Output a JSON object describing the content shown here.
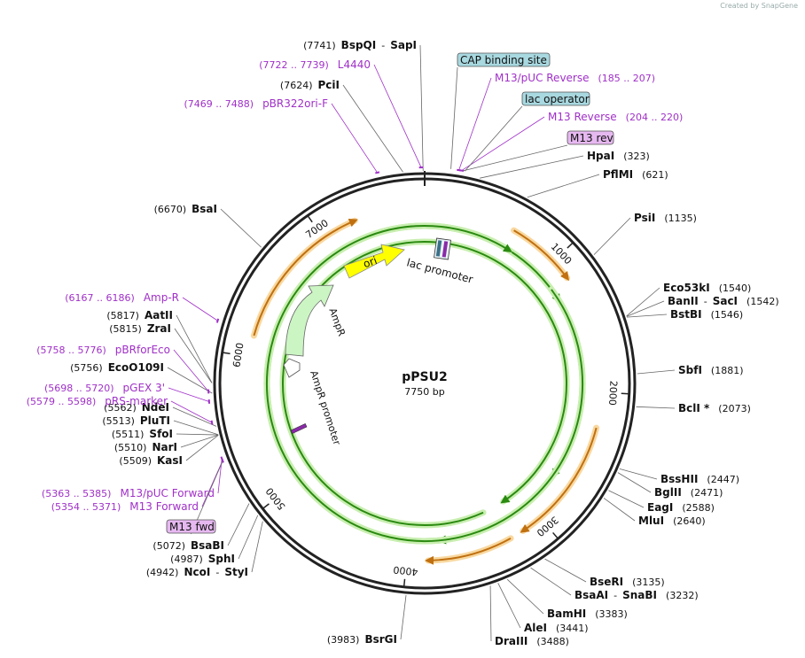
{
  "credit": "Created by SnapGene",
  "plasmid": {
    "name": "pPSU2",
    "size_label": "7750 bp",
    "length": 7750
  },
  "ticks": [
    {
      "pos": 1000,
      "label": "1000"
    },
    {
      "pos": 2000,
      "label": "2000"
    },
    {
      "pos": 3000,
      "label": "3000"
    },
    {
      "pos": 4000,
      "label": "4000"
    },
    {
      "pos": 5000,
      "label": "5000"
    },
    {
      "pos": 6000,
      "label": "6000"
    },
    {
      "pos": 7000,
      "label": "7000"
    }
  ],
  "enzymes": [
    {
      "id": "bspqi",
      "names": [
        "BspQI",
        "SapI"
      ],
      "pos_label": "(7741)",
      "pos": 7741
    },
    {
      "id": "pcii",
      "names": [
        "PciI"
      ],
      "pos_label": "(7624)",
      "pos": 7624
    },
    {
      "id": "hpai",
      "names": [
        "HpaI"
      ],
      "pos_label": "(323)",
      "pos": 323
    },
    {
      "id": "pflmi",
      "names": [
        "PflMI"
      ],
      "pos_label": "(621)",
      "pos": 621
    },
    {
      "id": "psii",
      "names": [
        "PsiI"
      ],
      "pos_label": "(1135)",
      "pos": 1135
    },
    {
      "id": "eco53ki",
      "names": [
        "Eco53kI"
      ],
      "pos_label": "(1540)",
      "pos": 1540
    },
    {
      "id": "banii",
      "names": [
        "BanII",
        "SacI"
      ],
      "pos_label": "(1542)",
      "pos": 1542
    },
    {
      "id": "bstbi",
      "names": [
        "BstBI"
      ],
      "pos_label": "(1546)",
      "pos": 1546
    },
    {
      "id": "sbfi",
      "names": [
        "SbfI"
      ],
      "pos_label": "(1881)",
      "pos": 1881
    },
    {
      "id": "bcli",
      "names": [
        "BclI *"
      ],
      "pos_label": "(2073)",
      "pos": 2073
    },
    {
      "id": "bsshii",
      "names": [
        "BssHII"
      ],
      "pos_label": "(2447)",
      "pos": 2447
    },
    {
      "id": "bglii",
      "names": [
        "BglII"
      ],
      "pos_label": "(2471)",
      "pos": 2471
    },
    {
      "id": "eagi",
      "names": [
        "EagI"
      ],
      "pos_label": "(2588)",
      "pos": 2588
    },
    {
      "id": "mlui",
      "names": [
        "MluI"
      ],
      "pos_label": "(2640)",
      "pos": 2640
    },
    {
      "id": "bseri",
      "names": [
        "BseRI"
      ],
      "pos_label": "(3135)",
      "pos": 3135
    },
    {
      "id": "bsaai",
      "names": [
        "BsaAI",
        "SnaBI"
      ],
      "pos_label": "(3232)",
      "pos": 3232
    },
    {
      "id": "bamhi",
      "names": [
        "BamHI"
      ],
      "pos_label": "(3383)",
      "pos": 3383
    },
    {
      "id": "alei",
      "names": [
        "AleI"
      ],
      "pos_label": "(3441)",
      "pos": 3441
    },
    {
      "id": "draiii",
      "names": [
        "DraIII"
      ],
      "pos_label": "(3488)",
      "pos": 3488
    },
    {
      "id": "bsrgi",
      "names": [
        "BsrGI"
      ],
      "pos_label": "(3983)",
      "pos": 3983
    },
    {
      "id": "ncoi",
      "names": [
        "NcoI",
        "StyI"
      ],
      "pos_label": "(4942)",
      "pos": 4942
    },
    {
      "id": "sphi",
      "names": [
        "SphI"
      ],
      "pos_label": "(4987)",
      "pos": 4987
    },
    {
      "id": "bsabi",
      "names": [
        "BsaBI"
      ],
      "pos_label": "(5072)",
      "pos": 5072
    },
    {
      "id": "kasi",
      "names": [
        "KasI"
      ],
      "pos_label": "(5509)",
      "pos": 5509
    },
    {
      "id": "nari",
      "names": [
        "NarI"
      ],
      "pos_label": "(5510)",
      "pos": 5510
    },
    {
      "id": "sfoi",
      "names": [
        "SfoI"
      ],
      "pos_label": "(5511)",
      "pos": 5511
    },
    {
      "id": "pluti",
      "names": [
        "PluTI"
      ],
      "pos_label": "(5513)",
      "pos": 5513
    },
    {
      "id": "ndei",
      "names": [
        "NdeI"
      ],
      "pos_label": "(5562)",
      "pos": 5562
    },
    {
      "id": "eco0109i",
      "names": [
        "EcoO109I"
      ],
      "pos_label": "(5756)",
      "pos": 5756
    },
    {
      "id": "zrai",
      "names": [
        "ZraI"
      ],
      "pos_label": "(5815)",
      "pos": 5815
    },
    {
      "id": "aatii",
      "names": [
        "AatII"
      ],
      "pos_label": "(5817)",
      "pos": 5817
    },
    {
      "id": "bsai",
      "names": [
        "BsaI"
      ],
      "pos_label": "(6670)",
      "pos": 6670
    }
  ],
  "primers": [
    {
      "id": "l4440",
      "label": "L4440",
      "range": "(7722 .. 7739)",
      "pos": 7730
    },
    {
      "id": "pbr322ori",
      "label": "pBR322ori-F",
      "range": "(7469 .. 7488)",
      "pos": 7478
    },
    {
      "id": "m13puc-rev",
      "label": "M13/pUC Reverse",
      "range": "(185 .. 207)",
      "pos": 196
    },
    {
      "id": "m13-rev",
      "label": "M13 Reverse",
      "range": "(204 .. 220)",
      "pos": 212
    },
    {
      "id": "amp-r",
      "label": "Amp-R",
      "range": "(6167 .. 6186)",
      "pos": 6176
    },
    {
      "id": "pbrforeco",
      "label": "pBRforEco",
      "range": "(5758 .. 5776)",
      "pos": 5767
    },
    {
      "id": "pgex3",
      "label": "pGEX 3'",
      "range": "(5698 .. 5720)",
      "pos": 5709
    },
    {
      "id": "prs-marker",
      "label": "pRS-marker",
      "range": "(5579 .. 5598)",
      "pos": 5588
    },
    {
      "id": "m13puc-fwd",
      "label": "M13/pUC Forward",
      "range": "(5363 .. 5385)",
      "pos": 5374
    },
    {
      "id": "m13-fwd",
      "label": "M13 Forward",
      "range": "(5354 .. 5371)",
      "pos": 5362
    }
  ],
  "boxed_features": [
    {
      "id": "cap",
      "label": "CAP binding site",
      "color": "#a8d8e0",
      "pos": 150
    },
    {
      "id": "lacop",
      "label": "lac operator",
      "color": "#a8d8e0",
      "pos": 230
    },
    {
      "id": "m13rev",
      "label": "M13 rev",
      "color": "#e6b8f0",
      "pos": 220
    },
    {
      "id": "m13fwd",
      "label": "M13 fwd",
      "color": "#e6b8f0",
      "pos": 5360
    }
  ],
  "inner_features": [
    {
      "id": "ori",
      "label": "ori",
      "color": "#ffff00"
    },
    {
      "id": "ampr",
      "label": "AmpR",
      "color": "#ccf5c4"
    },
    {
      "id": "ampr-promoter",
      "label": "AmpR promoter",
      "color": "#ffffff"
    },
    {
      "id": "lac-promoter",
      "label": "lac promoter",
      "color": "#ffffff"
    }
  ],
  "colors": {
    "backbone": "#222222",
    "orf_orange": "#f0b050",
    "orf_green": "#a8e080",
    "primer": "#a030c8"
  }
}
